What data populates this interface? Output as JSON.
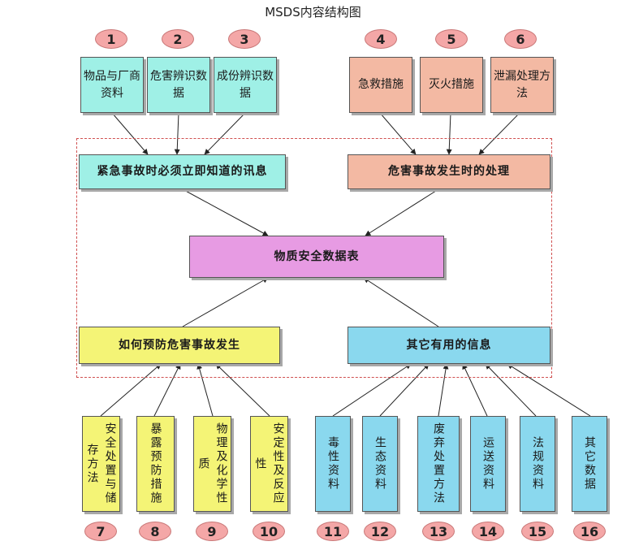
{
  "title": "MSDS内容结构图",
  "top_items": [
    {
      "num": "1",
      "label": "物品与厂商资料"
    },
    {
      "num": "2",
      "label": "危害辨识数据"
    },
    {
      "num": "3",
      "label": "成份辨识数据"
    },
    {
      "num": "4",
      "label": "急救措施"
    },
    {
      "num": "5",
      "label": "灭火措施"
    },
    {
      "num": "6",
      "label": "泄漏处理方法"
    }
  ],
  "groups": {
    "emergency_info": "紧急事故时必须立即知道的讯息",
    "accident_handling": "危害事故发生时的处理",
    "center": "物质安全数据表",
    "prevention": "如何预防危害事故发生",
    "other_info": "其它有用的信息"
  },
  "bottom_items": [
    {
      "num": "7",
      "label": "安全处置与储存方法"
    },
    {
      "num": "8",
      "label": "暴露预防措施"
    },
    {
      "num": "9",
      "label": "物理及化学性质"
    },
    {
      "num": "10",
      "label": "安定性及反应性"
    },
    {
      "num": "11",
      "label": "毒性资料"
    },
    {
      "num": "12",
      "label": "生态资料"
    },
    {
      "num": "13",
      "label": "废弃处置方法"
    },
    {
      "num": "14",
      "label": "运送资料"
    },
    {
      "num": "15",
      "label": "法规资料"
    },
    {
      "num": "16",
      "label": "其它数据"
    }
  ],
  "colors": {
    "teal": "#9ff0e6",
    "salmon": "#f3b9a3",
    "pink": "#e79be3",
    "yellow": "#f4f476",
    "blue": "#8ad8ee",
    "number_badge": "#f4a7a7",
    "frame": "#d05050"
  }
}
